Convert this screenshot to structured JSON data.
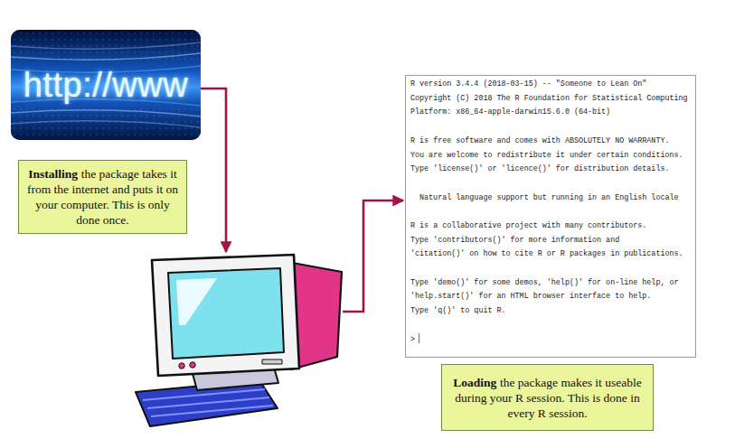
{
  "diagram": {
    "nodes": [
      {
        "text": [
          "http://www"
        ]
      },
      {
        "text": [
          "Installing",
          "the package takes it from the internet and puts it on your computer. This is only done once."
        ]
      },
      {
        "text": [
          "R version 3.4.4 (2018-03-15) -- \"Someone to Lean On\"",
          "Copyright (C) 2018 The R Foundation for Statistical Computing",
          "Platform: x86_64-apple-darwin15.6.0 (64-bit)",
          "R is free software and comes with ABSOLUTELY NO WARRANTY.",
          "You are welcome to redistribute it under certain conditions.",
          "Type 'license()' or 'licence()' for distribution details.",
          "Natural language support but running in an English locale",
          "R is a collaborative project with many contributors.",
          "Type 'contributors()' for more information and",
          "'citation()' on how to cite R or R packages in publications.",
          "Type 'demo()' for some demos, 'help()' for on-line help, or",
          "'help.start()' for an HTML browser interface to help.",
          "Type 'q()' to quit R.",
          ">"
        ]
      },
      {
        "text": [
          "Loading",
          "the package makes it useable during your R session. This is done in every R session."
        ]
      }
    ]
  }
}
